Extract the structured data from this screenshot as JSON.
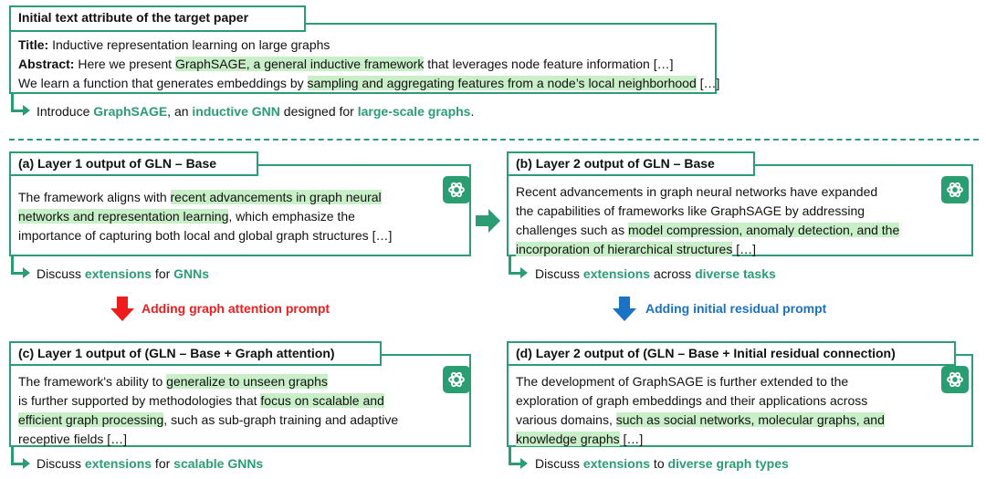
{
  "top": {
    "label": "Initial text attribute of the target paper",
    "title_key": "Title:",
    "title_val": " Inductive representation learning on large graphs",
    "abstract_key": "Abstract:",
    "abs1_a": " Here we present ",
    "abs1_hl": "GraphSAGE, a general inductive framework",
    "abs1_b": " that leverages node feature information […]",
    "abs2_a": "We learn a function that generates embeddings by ",
    "abs2_hl": "sampling and aggregating features from a node’s local neighborhood",
    "abs2_b": " […]",
    "out_a": "Introduce ",
    "out_1": "GraphSAGE",
    "out_b": ", an ",
    "out_2": "inductive GNN",
    "out_c": " designed for ",
    "out_3": "large-scale graphs",
    "out_d": "."
  },
  "a": {
    "label": "(a) Layer 1 output of GLN – Base",
    "l1_a": "The framework aligns with ",
    "l1_hl": "recent advancements in graph neural",
    "l2_hl": "networks and representation learning",
    "l2_b": ", which emphasize the",
    "l3": "importance of capturing both local and global graph structures […]",
    "out_a": "Discuss ",
    "out_1": "extensions",
    "out_b": " for ",
    "out_2": "GNNs"
  },
  "b": {
    "label": "(b) Layer 2 output of GLN – Base",
    "l1": "Recent advancements in graph neural networks have expanded",
    "l2": "the capabilities of frameworks like GraphSAGE by addressing",
    "l3_a": "challenges such as ",
    "l3_hl": "model compression, anomaly detection, and the",
    "l4_hl": "incorporation of hierarchical structures",
    "l4_b": " […]",
    "out_a": "Discuss ",
    "out_1": "extensions",
    "out_b": " across ",
    "out_2": "diverse tasks"
  },
  "c": {
    "label": "(c) Layer 1 output of (GLN – Base + Graph attention)",
    "l1_a": "The framework's ability to ",
    "l1_hl": "generalize to unseen graphs",
    "l2_a": "is further supported by methodologies that ",
    "l2_hl": "focus on scalable and",
    "l3_hl": "efficient graph processing",
    "l3_b": ", such as sub-graph training and adaptive",
    "l4": "receptive fields […]",
    "out_a": "Discuss ",
    "out_1": "extensions",
    "out_b": " for ",
    "out_2": "scalable GNNs"
  },
  "d": {
    "label": "(d) Layer 2 output of (GLN – Base + Initial residual connection)",
    "l1": "The development of GraphSAGE is further extended to the",
    "l2": "exploration of graph embeddings and their applications across",
    "l3_a": "various domains, ",
    "l3_hl": "such as social networks, molecular graphs, and",
    "l4_hl": "knowledge graphs",
    "l4_b": " […]",
    "out_a": "Discuss ",
    "out_1": "extensions",
    "out_b": " to ",
    "out_2": "diverse graph types"
  },
  "prompts": {
    "left": "Adding graph attention prompt",
    "right": "Adding initial residual prompt",
    "left_color": "#ee1c1c",
    "right_color": "#1a72c4"
  },
  "colors": {
    "accent": "#2a9d72",
    "highlight": "#c9efc9"
  },
  "icons": {
    "model": "openai-logo-icon",
    "flow": "right-turn-arrow-icon"
  }
}
